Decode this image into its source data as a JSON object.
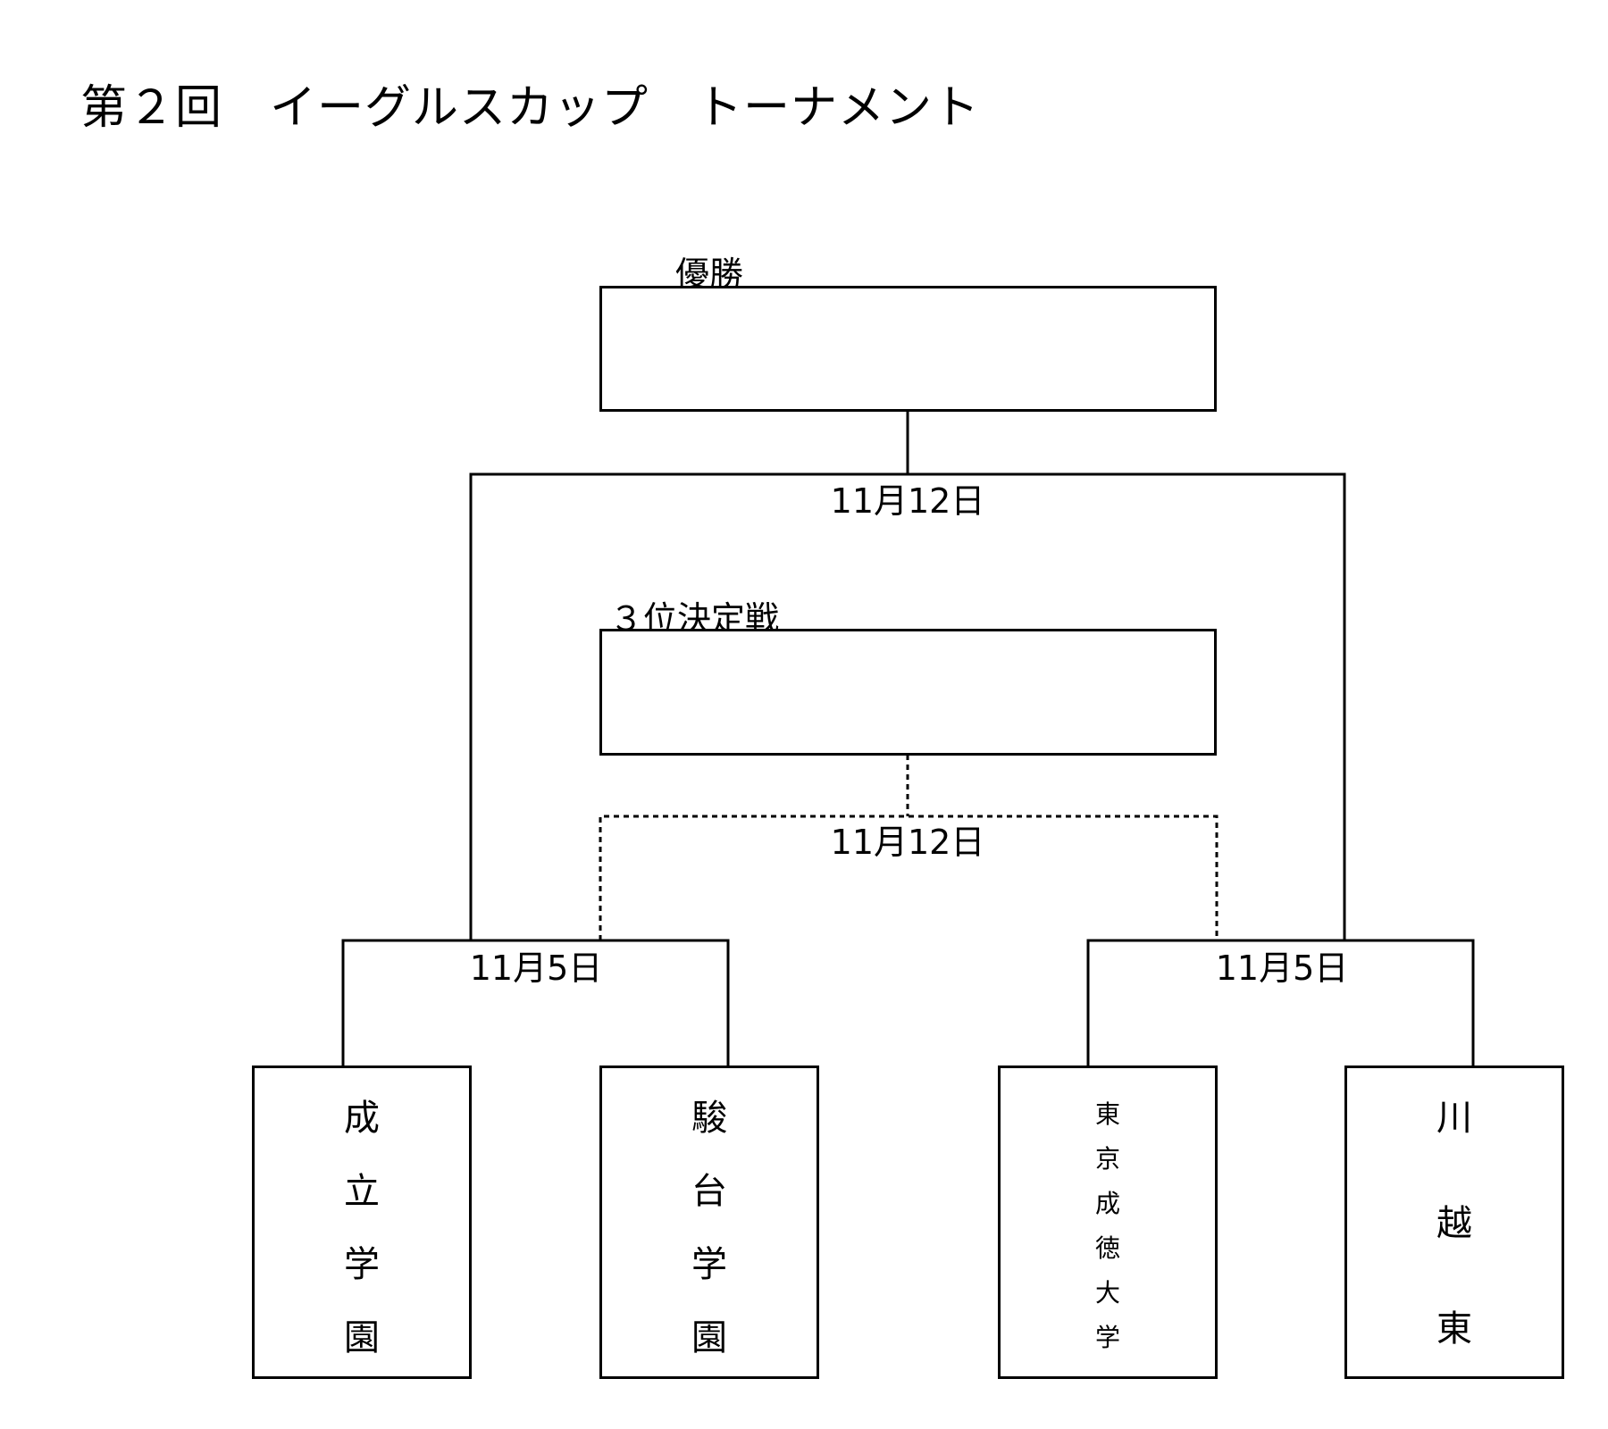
{
  "title": "第２回　イーグルスカップ　トーナメント",
  "final": {
    "label": "優勝",
    "date": "11月12日"
  },
  "third_place": {
    "label": "３位決定戦",
    "date": "11月12日"
  },
  "semifinals": [
    {
      "date": "11月5日"
    },
    {
      "date": "11月5日"
    }
  ],
  "teams": [
    {
      "name": "成立学園",
      "chars": [
        "成",
        "立",
        "学",
        "園"
      ]
    },
    {
      "name": "駿台学園",
      "chars": [
        "駿",
        "台",
        "学",
        "園"
      ]
    },
    {
      "name": "東京成徳大学",
      "chars": [
        "東",
        "京",
        "成",
        "徳",
        "大",
        "学"
      ]
    },
    {
      "name": "川越東",
      "chars": [
        "川",
        "越",
        "東"
      ]
    }
  ]
}
